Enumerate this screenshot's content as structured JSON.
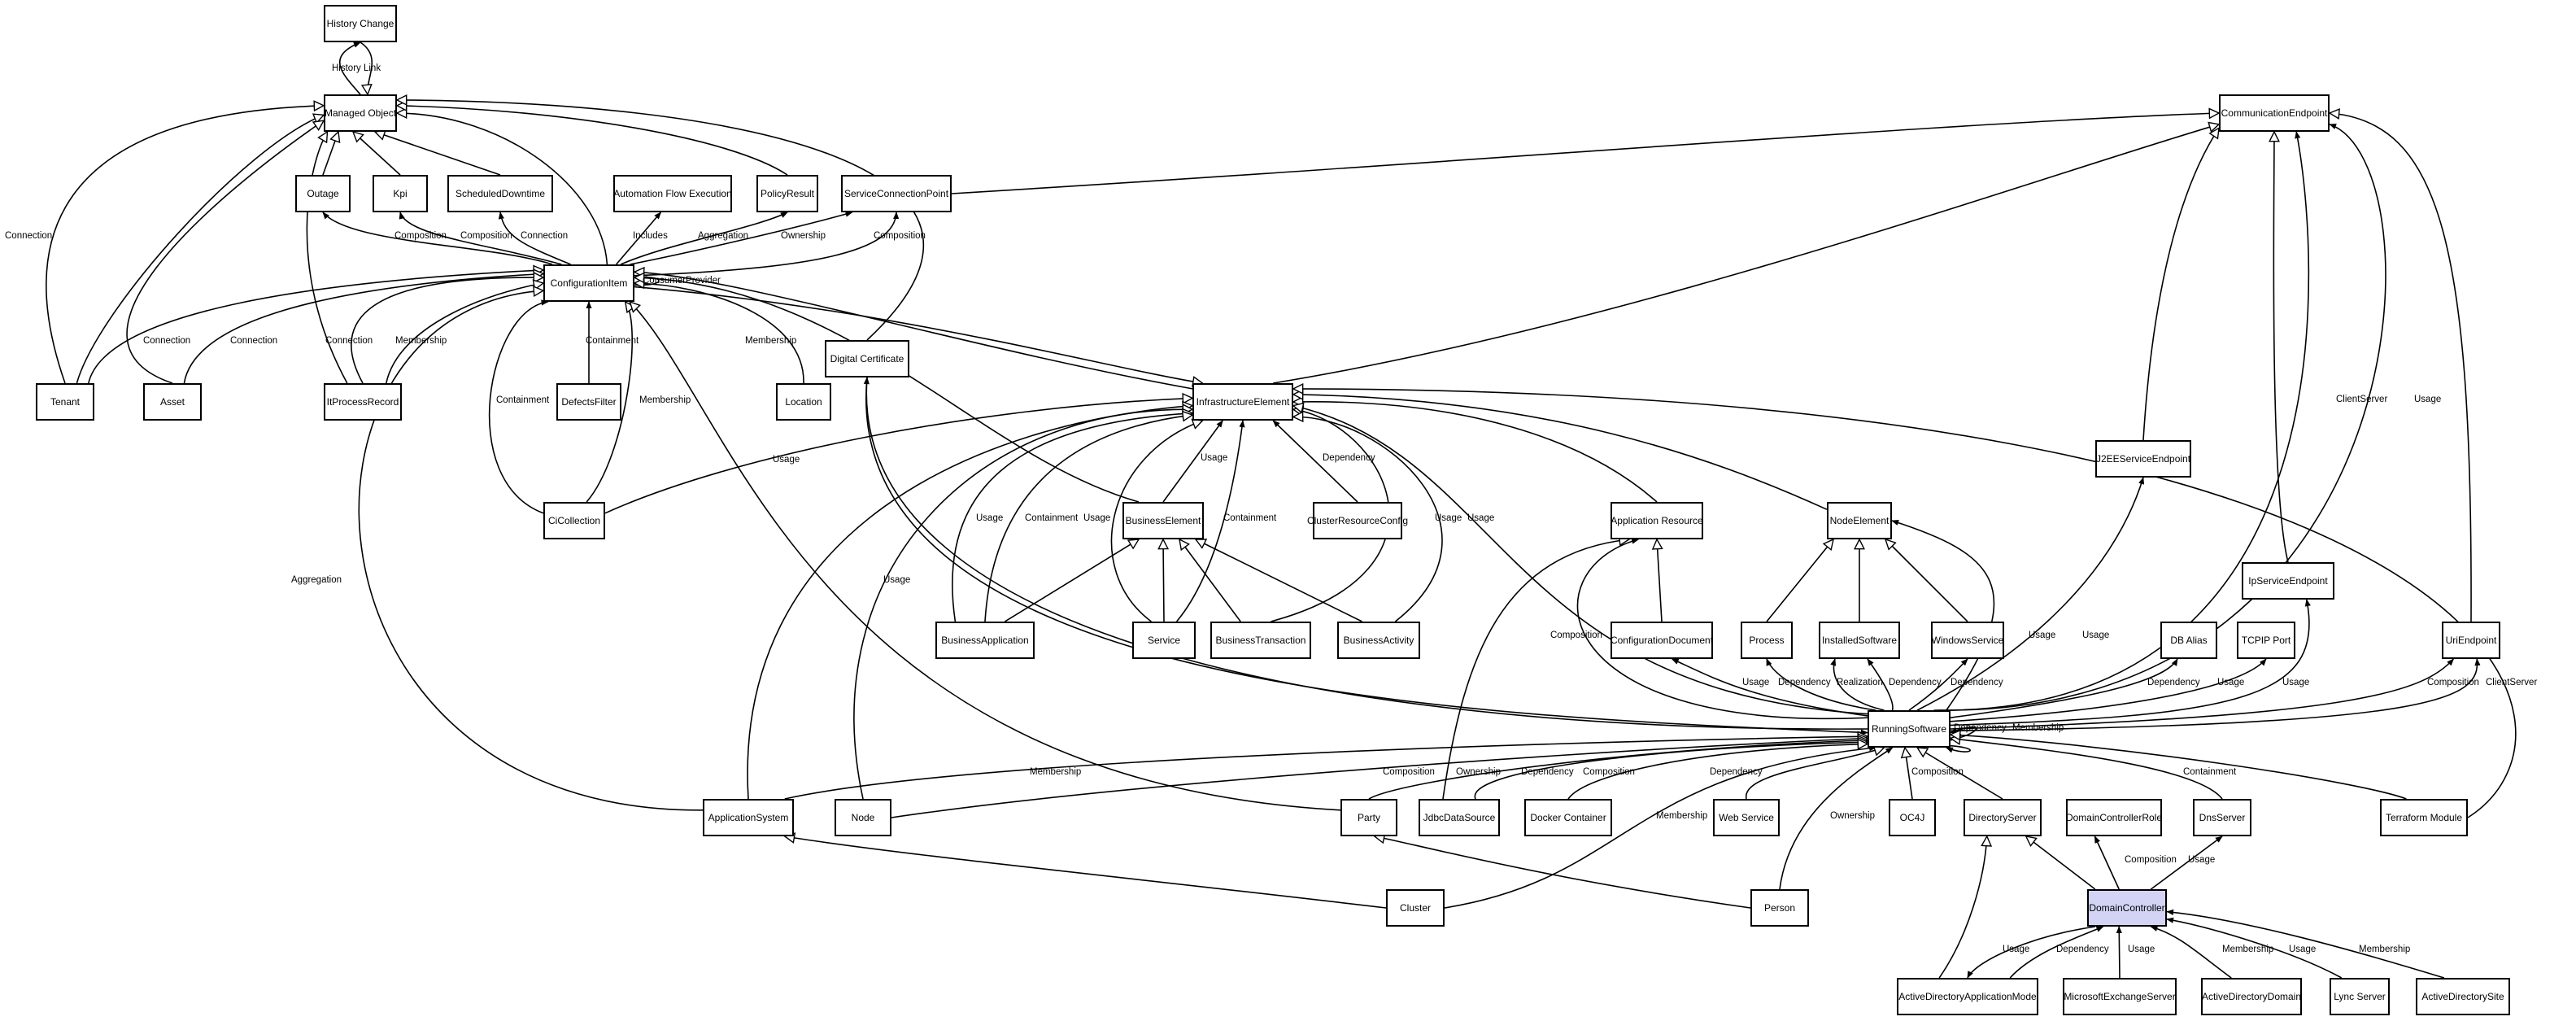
{
  "nodes": {
    "history_change": "History Change",
    "managed_object": "Managed Object",
    "outage": "Outage",
    "kpi": "Kpi",
    "scheduled_downtime": "ScheduledDowntime",
    "automation_flow_execution": "Automation Flow Execution",
    "policy_result": "PolicyResult",
    "service_connection_point": "ServiceConnectionPoint",
    "communication_endpoint": "CommunicationEndpoint",
    "configuration_item": "ConfigurationItem",
    "tenant": "Tenant",
    "asset": "Asset",
    "it_process_record": "ItProcessRecord",
    "defects_filter": "DefectsFilter",
    "location": "Location",
    "digital_certificate": "Digital Certificate",
    "infrastructure_element": "InfrastructureElement",
    "j2ee_service_endpoint": "J2EEServiceEndpoint",
    "ci_collection": "CiCollection",
    "business_element": "BusinessElement",
    "cluster_resource_config": "ClusterResourceConfig",
    "application_resource": "Application Resource",
    "node_element": "NodeElement",
    "ip_service_endpoint": "IpServiceEndpoint",
    "business_application": "BusinessApplication",
    "service": "Service",
    "business_transaction": "BusinessTransaction",
    "business_activity": "BusinessActivity",
    "configuration_document": "ConfigurationDocument",
    "process": "Process",
    "installed_software": "InstalledSoftware",
    "windows_service": "WindowsService",
    "db_alias": "DB Alias",
    "tcpip_port": "TCPIP Port",
    "uri_endpoint": "UriEndpoint",
    "running_software": "RunningSoftware",
    "application_system": "ApplicationSystem",
    "node": "Node",
    "party": "Party",
    "jdbc_data_source": "JdbcDataSource",
    "docker_container": "Docker Container",
    "web_service": "Web Service",
    "oc4j": "OC4J",
    "directory_server": "DirectoryServer",
    "domain_controller_role": "DomainControllerRole",
    "dns_server": "DnsServer",
    "terraform_module": "Terraform Module",
    "cluster": "Cluster",
    "person": "Person",
    "domain_controller": "DomainController",
    "active_directory_application_mode": "ActiveDirectoryApplicationMode",
    "microsoft_exchange_server": "MicrosoftExchangeServer",
    "active_directory_domain": "ActiveDirectoryDomain",
    "lync_server": "Lync Server",
    "active_directory_site": "ActiveDirectorySite"
  },
  "colors": {
    "line": "#000000",
    "highlight_fill": "#d3d4f5",
    "node_fill": "#ffffff"
  },
  "edge_labels": {
    "history_link": "History Link",
    "connection_tenant": "Connection",
    "composition_outage": "Composition",
    "composition_kpi": "Composition",
    "connection_sched": "Connection",
    "includes": "Includes",
    "aggregation_policy": "Aggregation",
    "ownership_scp": "Ownership",
    "composition_scp": "Composition",
    "consumer_provider": "ConsumerProvider",
    "connection_tenant_ci": "Connection",
    "connection_asset_ci": "Connection",
    "connection_itpr": "Connection",
    "membership_itpr": "Membership",
    "containment_defects": "Containment",
    "membership_location": "Membership",
    "containment_cicoll": "Containment",
    "membership_cicoll": "Membership",
    "usage_cicoll": "Usage",
    "aggregation_appsys": "Aggregation",
    "usage_node": "Usage",
    "usage_bizapp": "Usage",
    "containment_bizapp": "Containment",
    "usage_service": "Usage",
    "usage_bizelem": "Usage",
    "containment_service": "Containment",
    "dependency_crc": "Dependency",
    "usage_biztx": "Usage",
    "usage_bizact": "Usage",
    "composition_cfgdoc": "Composition",
    "usage_j2ee": "Usage",
    "usage_nodeelem": "Usage",
    "clientserver_ce": "ClientServer",
    "usage_ce": "Usage",
    "usage_cfgdoc": "Usage",
    "dependency_process": "Dependency",
    "realization": "Realization",
    "dependency_installed": "Dependency",
    "dependency_winsvc": "Dependency",
    "dependency_dbalias": "Dependency",
    "usage_tcpip": "Usage",
    "usage_ipse": "Usage",
    "composition_uri": "Composition",
    "clientserver_uri": "ClientServer",
    "membership_appsys": "Membership",
    "composition_node": "Composition",
    "ownership_party": "Ownership",
    "dependency_jdbc": "Dependency",
    "composition_docker": "Composition",
    "membership_cluster": "Membership",
    "dependency_websvc": "Dependency",
    "ownership_person": "Ownership",
    "composition_oc4j": "Composition",
    "containment_terraform": "Containment",
    "dependency_rs_self": "Dependency",
    "membership_rs_self": "Membership",
    "composition_dcrole": "Composition",
    "usage_dns": "Usage",
    "usage_adam": "Usage",
    "dependency_adam": "Dependency",
    "usage_mes": "Usage",
    "membership_add": "Membership",
    "usage_lync": "Usage",
    "membership_ads": "Membership"
  }
}
